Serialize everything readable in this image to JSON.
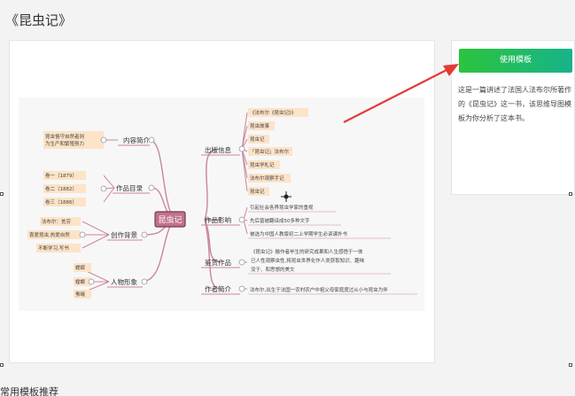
{
  "page": {
    "title": "《昆虫记》",
    "bottom_heading": "常用模板推荐"
  },
  "sidebar": {
    "use_template_label": "使用模板",
    "description": "这是一篇讲述了法国人法布尔所著作的《昆虫记》这一书，该思维导图模板为你分析了这本书。"
  },
  "mindmap": {
    "center": "昆虫记",
    "left_branches": [
      {
        "title": "内容简介",
        "items": [
          "昆虫恪守自然者则为生产和繁殖努力"
        ]
      },
      {
        "title": "作品目录",
        "items": [
          "卷一（1879）",
          "卷二（1882）",
          "卷三（1886）"
        ]
      },
      {
        "title": "创作背景",
        "items": [
          "法布尔：贫穷",
          "喜爱昆虫,热爱自然",
          "不断学习,写书"
        ]
      },
      {
        "title": "人物形象",
        "items": [
          "蟋蟀",
          "螳螂",
          "蚕蛾"
        ]
      }
    ],
    "right_branches": [
      {
        "title": "出版信息",
        "items": [
          "《法布尔《昆虫记》》",
          "昆虫故事",
          "昆虫记",
          "「昆虫记」法布尔",
          "昆虫学札记",
          "法布尔观察手记",
          "昆虫记"
        ]
      },
      {
        "title": "作品影响",
        "items": [
          "引起社会各界昆虫学家的重视",
          "先后曾被翻译成50多种文字",
          "被选为中国人教版初二上学期学生必读课外书"
        ]
      },
      {
        "title": "鉴赏作品",
        "items": [
          "《昆虫记》融作者毕生的研究成果和人生感悟于一体已人性观察虫性,将昆虫世界化作人类获取知识、趣味没于、和思想的美文"
        ]
      },
      {
        "title": "作者简介",
        "items": [
          "法布尔,出生于法国一农村农户中祖父母家庭度过从小与昆虫为伴"
        ]
      }
    ]
  },
  "colors": {
    "accent_green": "#2bc43d",
    "arrow_red": "#e53935",
    "branch_line": "#c9879a",
    "node_fill": "#fde3c7",
    "center_fill": "#c0728c"
  },
  "icons": {
    "arrow": "red-arrow-annotation",
    "cursor": "move-cursor-icon"
  }
}
